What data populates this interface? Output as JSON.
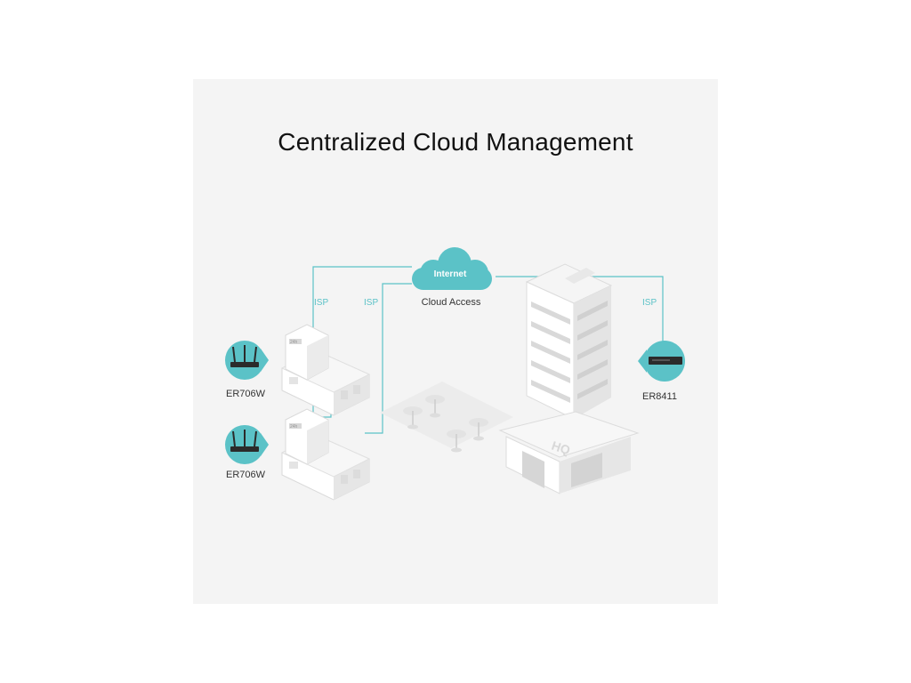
{
  "title": "Centralized Cloud Management",
  "cloud": {
    "label": "Internet",
    "caption": "Cloud Access"
  },
  "links": {
    "isp_left_1": "ISP",
    "isp_left_2": "ISP",
    "isp_right": "ISP"
  },
  "devices": {
    "branch_top": "ER706W",
    "branch_bottom": "ER706W",
    "hq": "ER8411"
  },
  "building": {
    "hq_sign": "HQ",
    "store_sign": "24h"
  },
  "colors": {
    "accent": "#5bc2c7",
    "panel": "#f4f4f4",
    "building": "#ffffff",
    "building_side": "#e2e2e2",
    "device_dark": "#2b2b2b"
  }
}
